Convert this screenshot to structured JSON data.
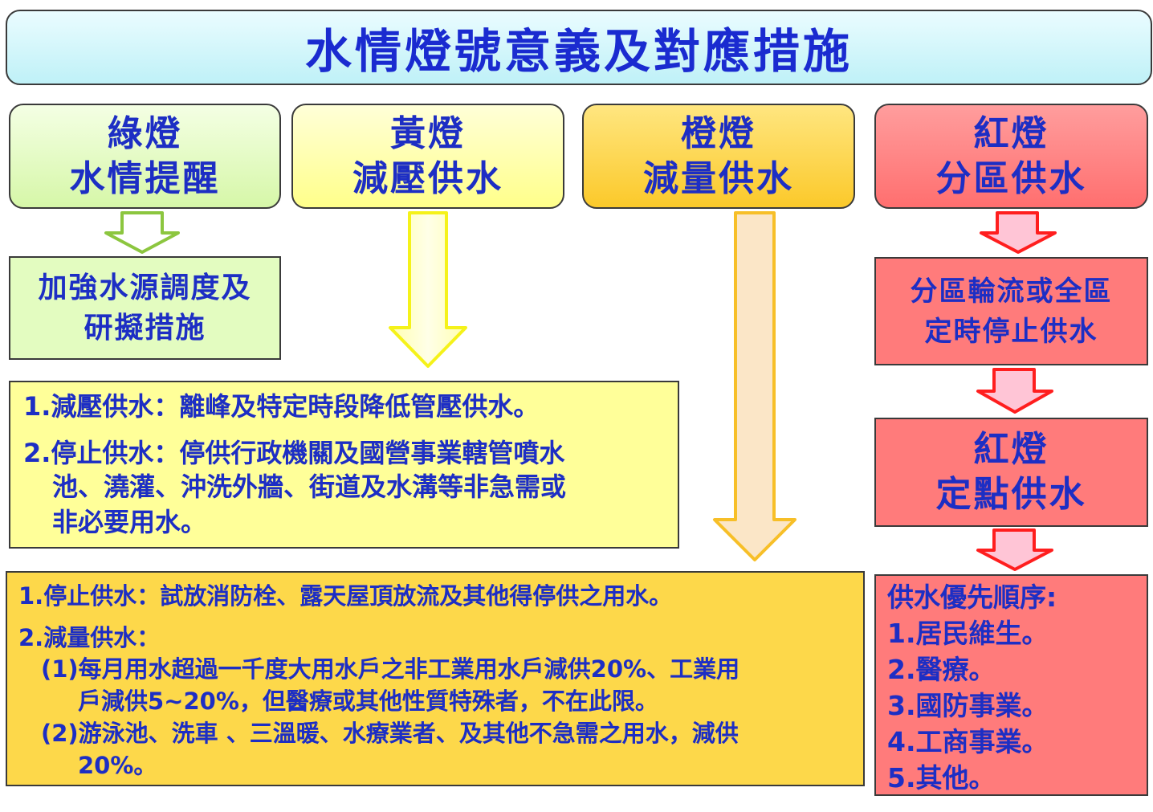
{
  "title": "水情燈號意義及對應措施",
  "colors": {
    "green": "#e3fcc0",
    "yellow": "#ffff99",
    "orange": "#fdd84a",
    "red": "#ff7b7b",
    "text": "#1d2ec4",
    "border": "#3a3a3a"
  },
  "lamps": [
    {
      "name": "綠燈",
      "label": "水情提醒"
    },
    {
      "name": "黃燈",
      "label": "減壓供水"
    },
    {
      "name": "橙燈",
      "label": "減量供水"
    },
    {
      "name": "紅燈",
      "label": "分區供水"
    }
  ],
  "green_measure": [
    "加強水源調度及",
    "研擬措施"
  ],
  "yellow_measures": [
    "1.減壓供水：離峰及特定時段降低管壓供水。",
    "2.停止供水：停供行政機關及國營事業轄管噴水",
    "池、澆灌、沖洗外牆、街道及水溝等非急需或",
    "非必要用水。"
  ],
  "orange_measures": [
    "1.停止供水：試放消防栓、露天屋頂放流及其他得停供之用水。",
    "2.減量供水：",
    "(1)每月用水超過一千度大用水戶之非工業用水戶減供20%、工業用",
    "戶減供5~20%，但醫療或其他性質特殊者，不在此限。",
    "(2)游泳池、洗車 、三溫暖、水療業者、及其他不急需之用水，減供",
    "20%。"
  ],
  "red_measure_1": [
    "分區輪流或全區",
    "定時停止供水"
  ],
  "red_measure_2": [
    "紅燈",
    "定點供水"
  ],
  "priority": {
    "heading": "供水優先順序:",
    "items": [
      "1.居民維生。",
      "2.醫療。",
      "3.國防事業。",
      "4.工商事業。",
      "5.其他。"
    ]
  }
}
